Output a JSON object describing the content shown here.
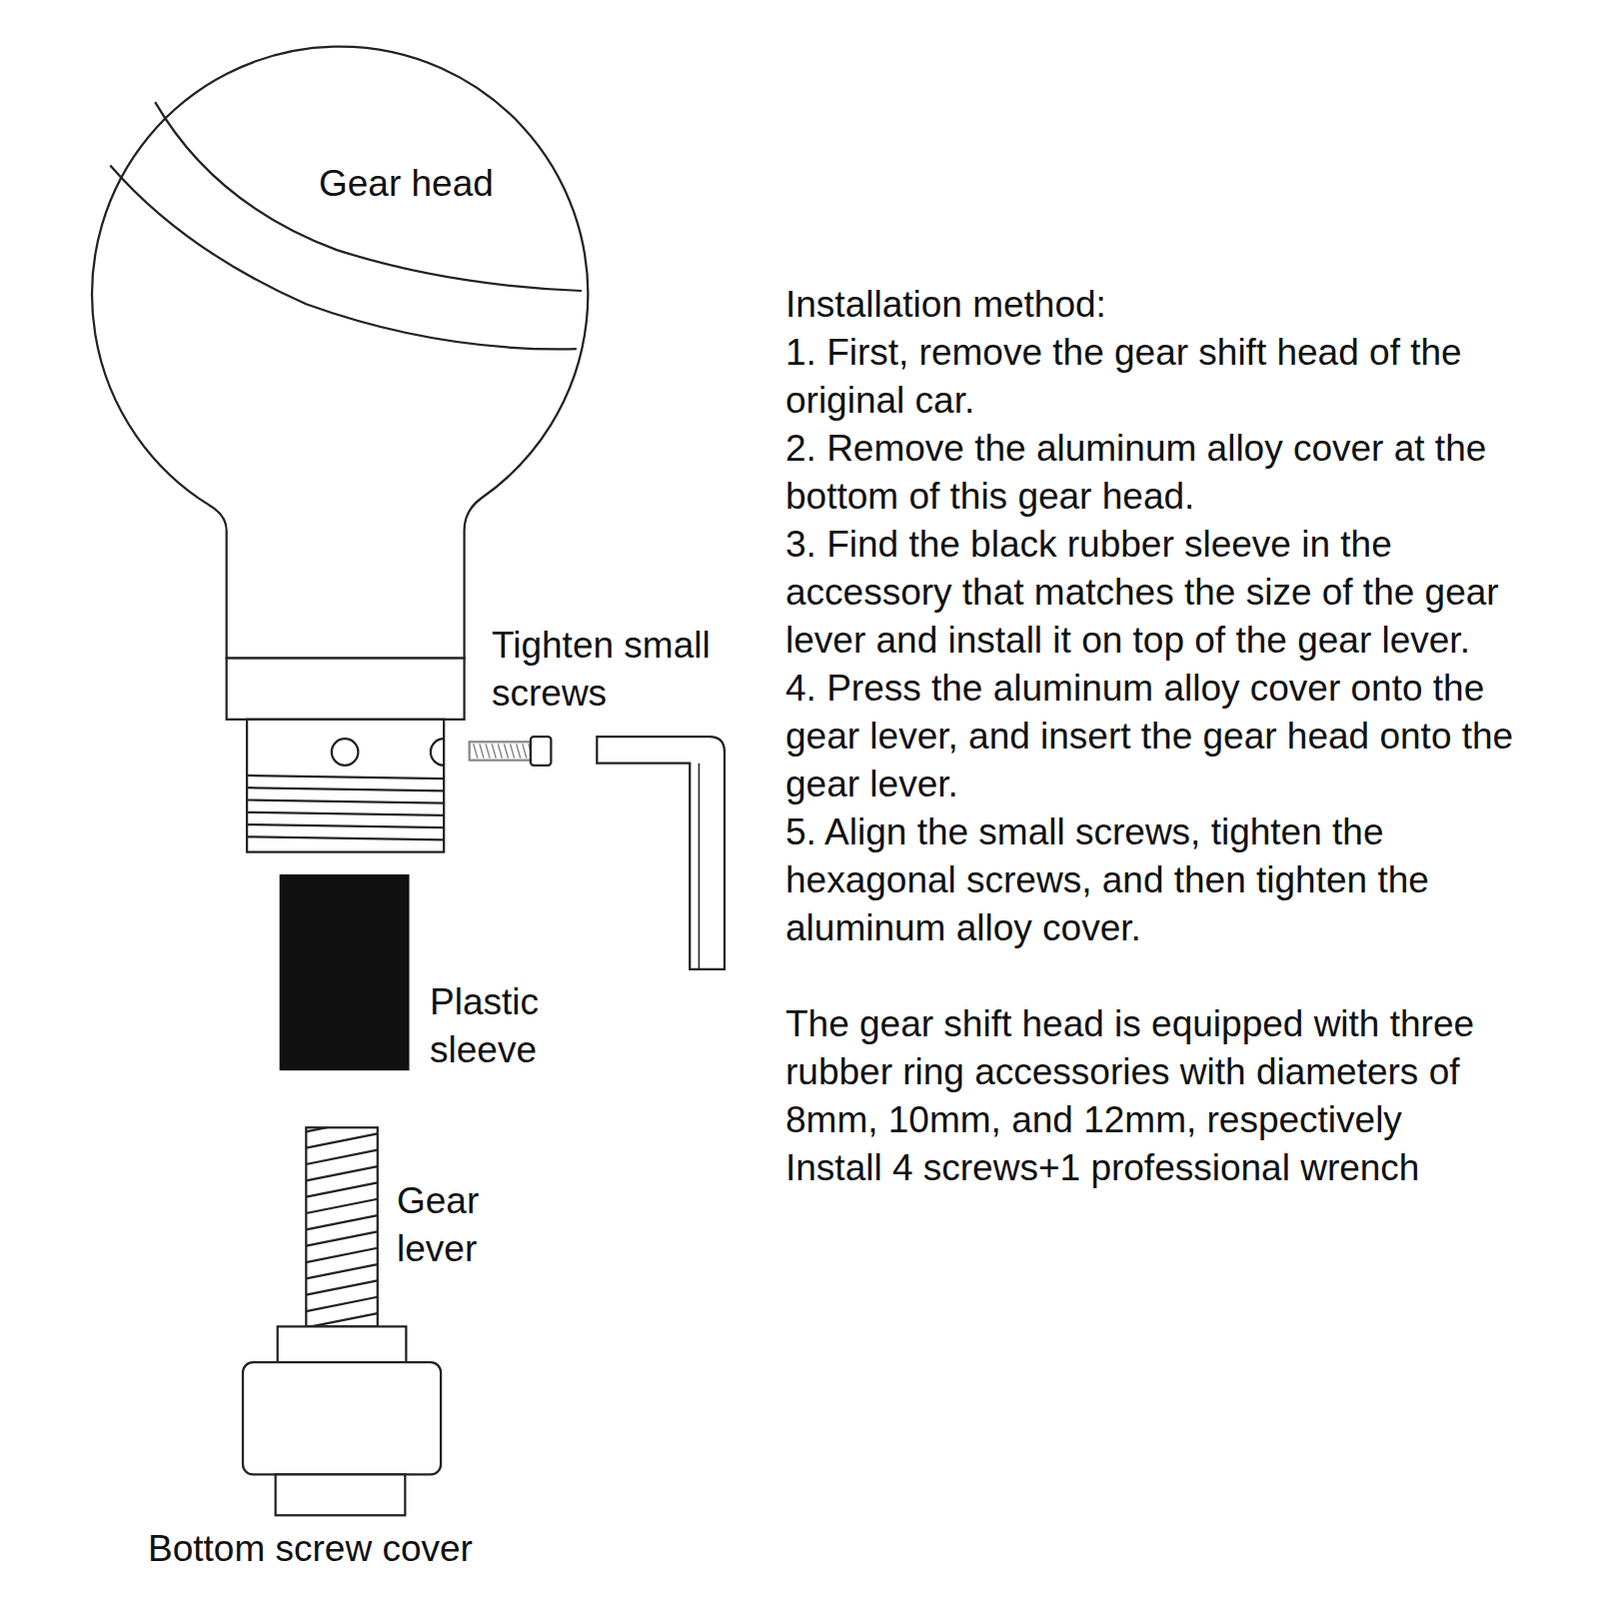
{
  "diagram": {
    "labels": [
      "Gear head",
      "Tighten small screws",
      "Plastic sleeve",
      "Gear lever",
      "Bottom screw cover",
      "Installation method:",
      "1. First, remove the gear shift head of the original car.",
      "2. Remove the aluminum alloy cover at the bottom of this gear head.",
      "3. Find the black rubber sleeve in the accessory that matches the size of the gear lever and install it on top of the gear lever.",
      "4. Press the aluminum alloy cover onto the gear lever, and insert the gear head onto the gear lever.",
      "5. Align the small screws, tighten the hexagonal screws, and then tighten the aluminum alloy cover.",
      "The gear shift head is equipped with three rubber ring accessories with diameters of 8mm, 10mm, and 12mm, respectively",
      "Install 4 screws+1 professional wrench"
    ]
  }
}
